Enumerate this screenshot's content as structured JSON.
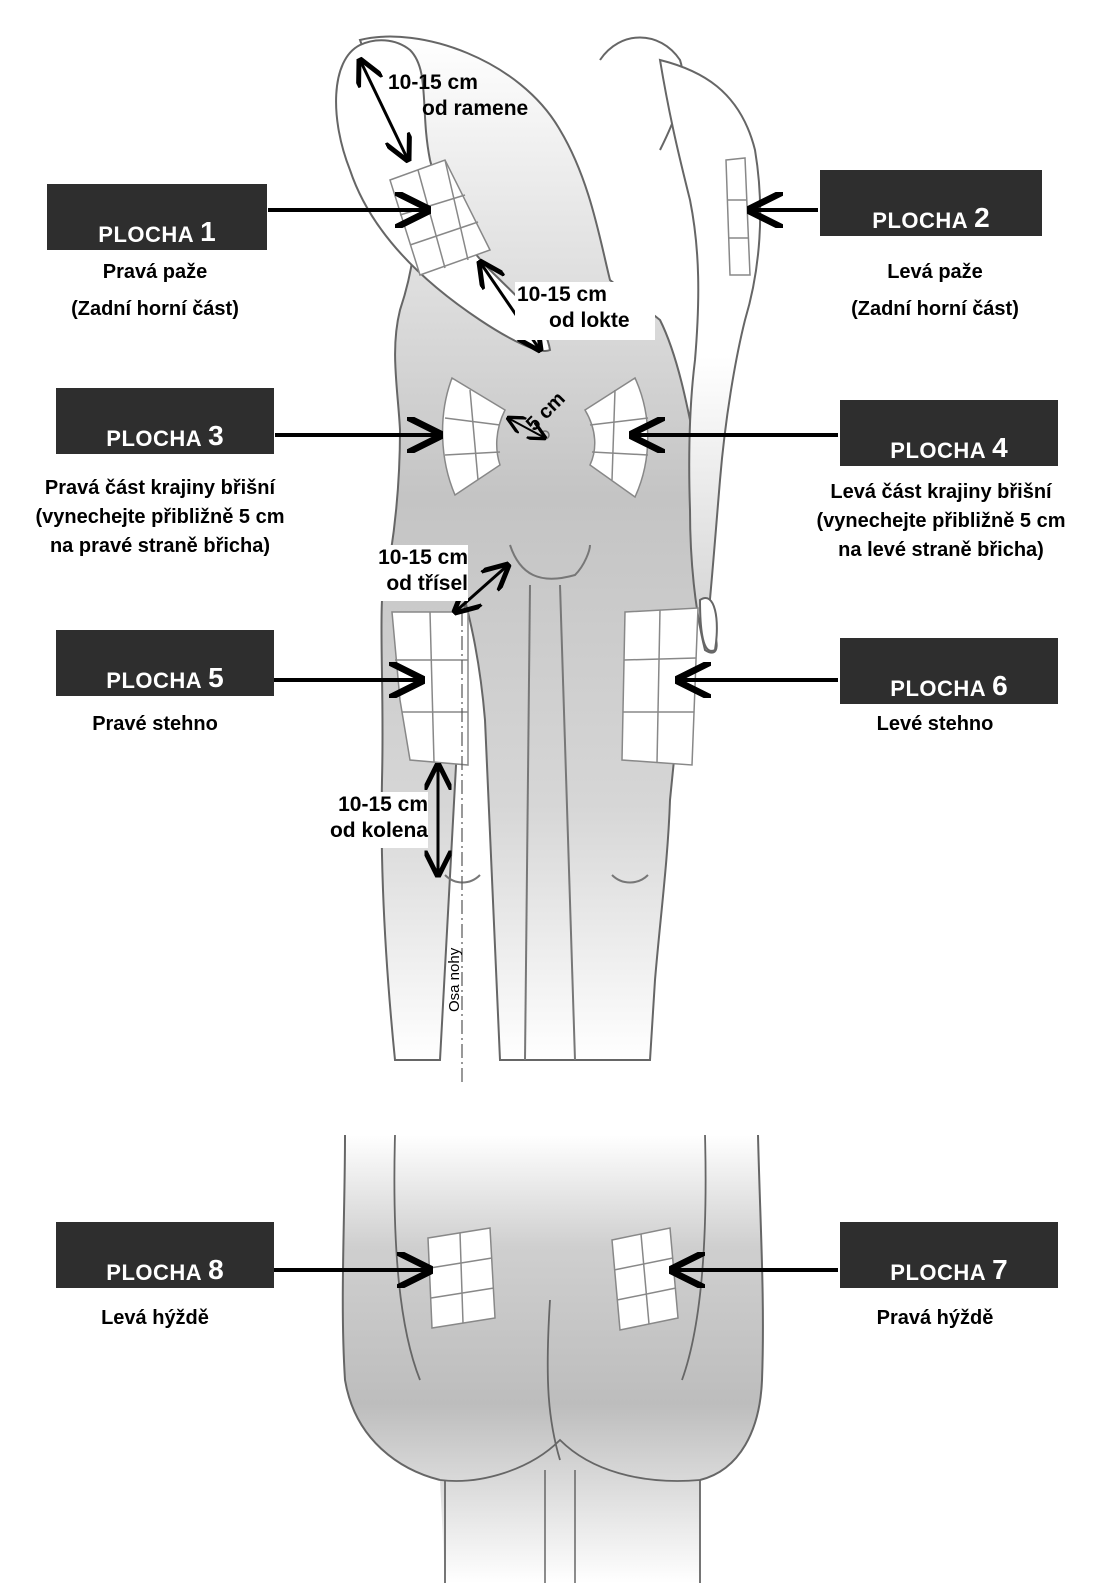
{
  "zones": [
    {
      "id": 1,
      "label": "PLOCHA",
      "number": "1",
      "caption": [
        "Pravá paže",
        "(Zadní horní část)"
      ]
    },
    {
      "id": 2,
      "label": "PLOCHA",
      "number": "2",
      "caption": [
        "Levá paže",
        "(Zadní horní část)"
      ]
    },
    {
      "id": 3,
      "label": "PLOCHA",
      "number": "3",
      "caption": [
        "Pravá část krajiny břišní",
        "(vynechejte přibližně 5 cm",
        "na pravé straně břicha)"
      ]
    },
    {
      "id": 4,
      "label": "PLOCHA",
      "number": "4",
      "caption": [
        "Levá část krajiny břišní",
        "(vynechejte přibližně 5 cm",
        "na levé straně břicha)"
      ]
    },
    {
      "id": 5,
      "label": "PLOCHA",
      "number": "5",
      "caption": [
        "Pravé stehno"
      ]
    },
    {
      "id": 6,
      "label": "PLOCHA",
      "number": "6",
      "caption": [
        "Levé stehno"
      ]
    },
    {
      "id": 8,
      "label": "PLOCHA",
      "number": "8",
      "caption": [
        "Levá hýždě"
      ]
    },
    {
      "id": 7,
      "label": "PLOCHA",
      "number": "7",
      "caption": [
        "Pravá hýždě"
      ]
    }
  ],
  "measurements": {
    "shoulder": [
      "10-15 cm",
      "od ramene"
    ],
    "elbow": [
      "10-15 cm",
      "od lokte"
    ],
    "navel": "5 cm",
    "groin": [
      "10-15 cm",
      "od třísel"
    ],
    "knee": [
      "10-15 cm",
      "od kolena"
    ]
  },
  "axis_label": "Osa nohy",
  "colors": {
    "box": "#2e2e2e",
    "body_shade": "#bdbdbd",
    "outline": "#555555"
  }
}
